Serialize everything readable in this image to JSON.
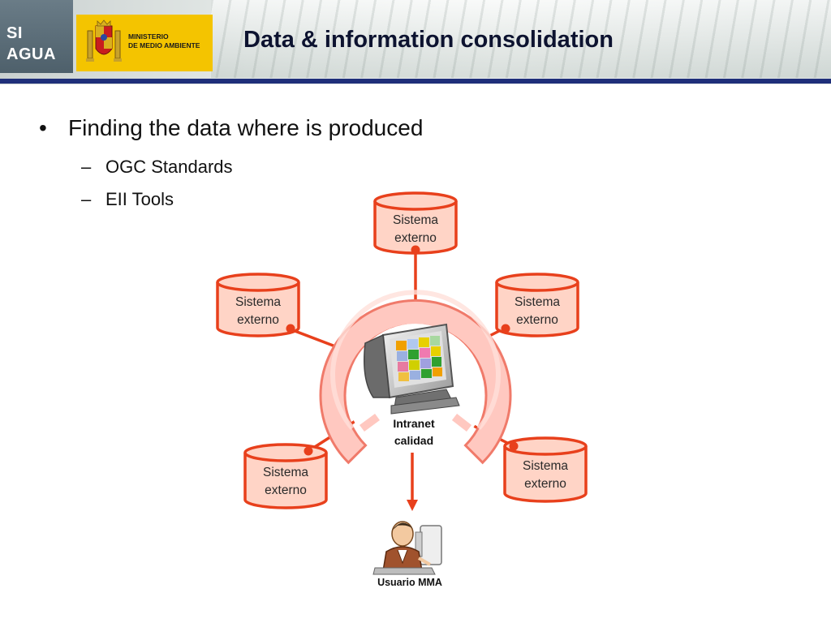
{
  "header": {
    "logo_text_line1": "SI",
    "logo_text_line2": "AGUA",
    "ministry_line1": "MINISTERIO",
    "ministry_line2": "DE MEDIO AMBIENTE",
    "title": "Data & information consolidation"
  },
  "bullets": {
    "main": "Finding the data where is produced",
    "subs": [
      "OGC Standards",
      "EII Tools"
    ]
  },
  "diagram": {
    "systems": [
      {
        "line1": "Sistema",
        "line2": "externo"
      },
      {
        "line1": "Sistema",
        "line2": "externo"
      },
      {
        "line1": "Sistema",
        "line2": "externo"
      },
      {
        "line1": "Sistema",
        "line2": "externo"
      },
      {
        "line1": "Sistema",
        "line2": "externo"
      }
    ],
    "hub_line1": "Intranet",
    "hub_line2": "calidad",
    "user_label": "Usuario MMA",
    "colors": {
      "cylinder_fill": "#ffd4c6",
      "cylinder_stroke": "#e8401c",
      "ring_fill": "#ffc8c0",
      "ring_stroke": "#f07a6a",
      "connector": "#e8401c"
    }
  }
}
